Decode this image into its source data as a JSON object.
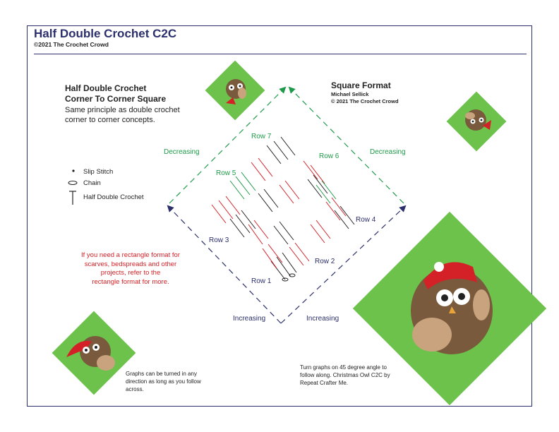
{
  "header": {
    "title": "Half Double Crochet C2C",
    "copyright": "©2021 The Crochet Crowd"
  },
  "intro": {
    "line1": "Half Double Crochet",
    "line2": "Corner To Corner Square",
    "body1": "Same principle as double crochet",
    "body2": "corner to corner concepts."
  },
  "format": {
    "title": "Square Format",
    "author": "Michael Sellick",
    "copyright": "© 2021 The Crochet Crowd"
  },
  "legend": {
    "slip_stitch": "Slip Stitch",
    "chain": "Chain",
    "hdc": "Half Double Crochet"
  },
  "note_rect": {
    "l1": "If you need a rectangle format for",
    "l2": "scarves, bedspreads and other",
    "l3": "projects, refer to the",
    "l4": "rectangle format for more."
  },
  "note_graph": {
    "l1": "Graphs can be turned in any",
    "l2": "direction as long as you follow",
    "l3": "across."
  },
  "note_turn": {
    "l1": "Turn graphs on 45 degree angle to",
    "l2": "follow along. Christmas Owl C2C by",
    "l3": "Repeat Crafter Me."
  },
  "diagram": {
    "decreasing_left": "Decreasing",
    "decreasing_right": "Decreasing",
    "increasing_left": "Increasing",
    "increasing_right": "Increasing",
    "rows": [
      "Row 1",
      "Row 2",
      "Row 3",
      "Row 4",
      "Row 5",
      "Row 6",
      "Row 7"
    ]
  },
  "colors": {
    "navy": "#2b2f6b",
    "green": "#1f9a4a",
    "red": "#d42027",
    "grass": "#6cc24a",
    "owl_brown": "#7a5a3c",
    "owl_tan": "#c9a27e"
  }
}
